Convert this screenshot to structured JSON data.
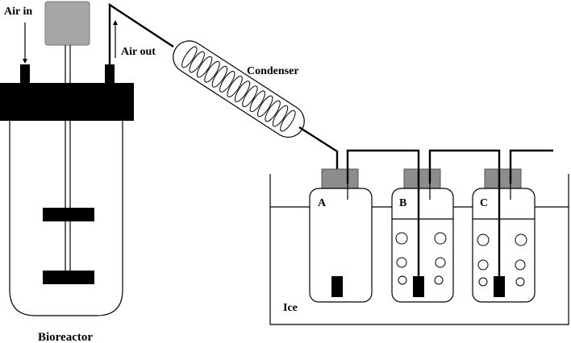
{
  "labels": {
    "air_in": "Air in",
    "air_out": "Air out",
    "condenser": "Condenser",
    "bioreactor": "Bioreactor",
    "ice": "Ice",
    "bottle_a": "A",
    "bottle_b": "B",
    "bottle_c": "C"
  },
  "colors": {
    "line": "#000000",
    "cap": "#8c8c8c",
    "motor": "#a6a6a6",
    "background": "#ffffff"
  }
}
